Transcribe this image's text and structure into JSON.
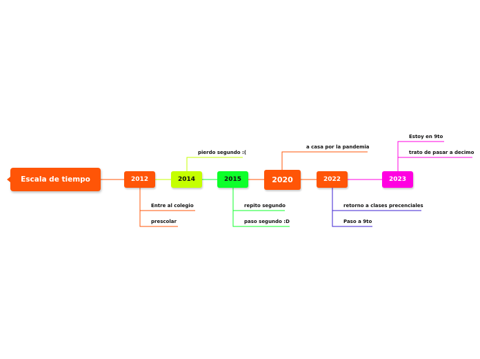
{
  "root": {
    "label": "Escala de tiempo",
    "color": "#ff5507"
  },
  "years": [
    {
      "label": "2012",
      "color": "#ff5507",
      "text_color": "#ffffff",
      "topics": [
        "Entre al colegio",
        "prescolar"
      ]
    },
    {
      "label": "2014",
      "color": "#c5ff00",
      "text_color": "#111111",
      "topics": [
        "pierdo segundo :("
      ]
    },
    {
      "label": "2015",
      "color": "#0dff2a",
      "text_color": "#111111",
      "topics": [
        "repito segundo",
        "paso segundo :D"
      ]
    },
    {
      "label": "2020",
      "color": "#ff5507",
      "text_color": "#ffffff",
      "topics": [
        "a casa por la pandemia"
      ]
    },
    {
      "label": "2022",
      "color": "#ff5507",
      "text_color": "#ffffff",
      "topics": [
        "retorno a clases precenciales",
        "Paso a 9to"
      ]
    },
    {
      "label": "2023",
      "color": "#ff00e1",
      "text_color": "#ffffff",
      "topics": [
        "Estoy en 9to",
        "trato de pasar a decimo"
      ]
    }
  ]
}
